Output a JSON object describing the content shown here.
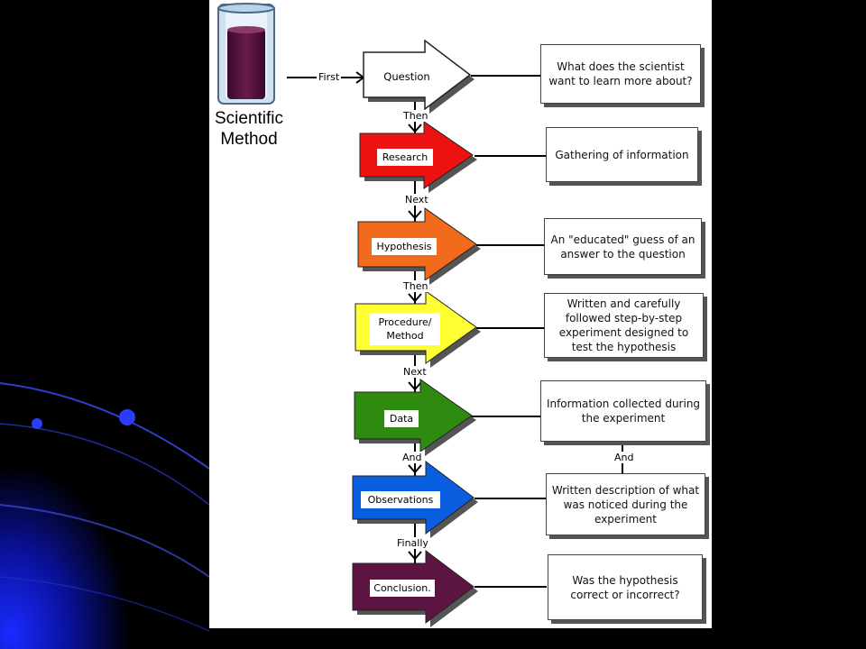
{
  "title": "Scientific Method",
  "connectors": {
    "first": "First",
    "then_1": "Then",
    "next_1": "Next",
    "then_2": "Then",
    "next_2": "Next",
    "and_1": "And",
    "finally": "Finally",
    "and_2": "And"
  },
  "steps": [
    {
      "label": "Question",
      "description": "What does the scientist want to learn more about?",
      "color": "#ffffff"
    },
    {
      "label": "Research",
      "description": "Gathering of information",
      "color": "#ee1111"
    },
    {
      "label": "Hypothesis",
      "description": "An \"educated\" guess of an answer to the question",
      "color": "#f26a1b"
    },
    {
      "label": "Procedure/ Method",
      "description": "Written and carefully followed step-by-step experiment designed to test the hypothesis",
      "color": "#ffff33"
    },
    {
      "label": "Data",
      "description": "Information collected during the experiment",
      "color": "#2e8b10"
    },
    {
      "label": "Observations",
      "description": "Written description of what was noticed during the experiment",
      "color": "#0a5fe0"
    },
    {
      "label": "Conclusion.",
      "description": "Was the hypothesis correct or incorrect?",
      "color": "#5c1440"
    }
  ]
}
